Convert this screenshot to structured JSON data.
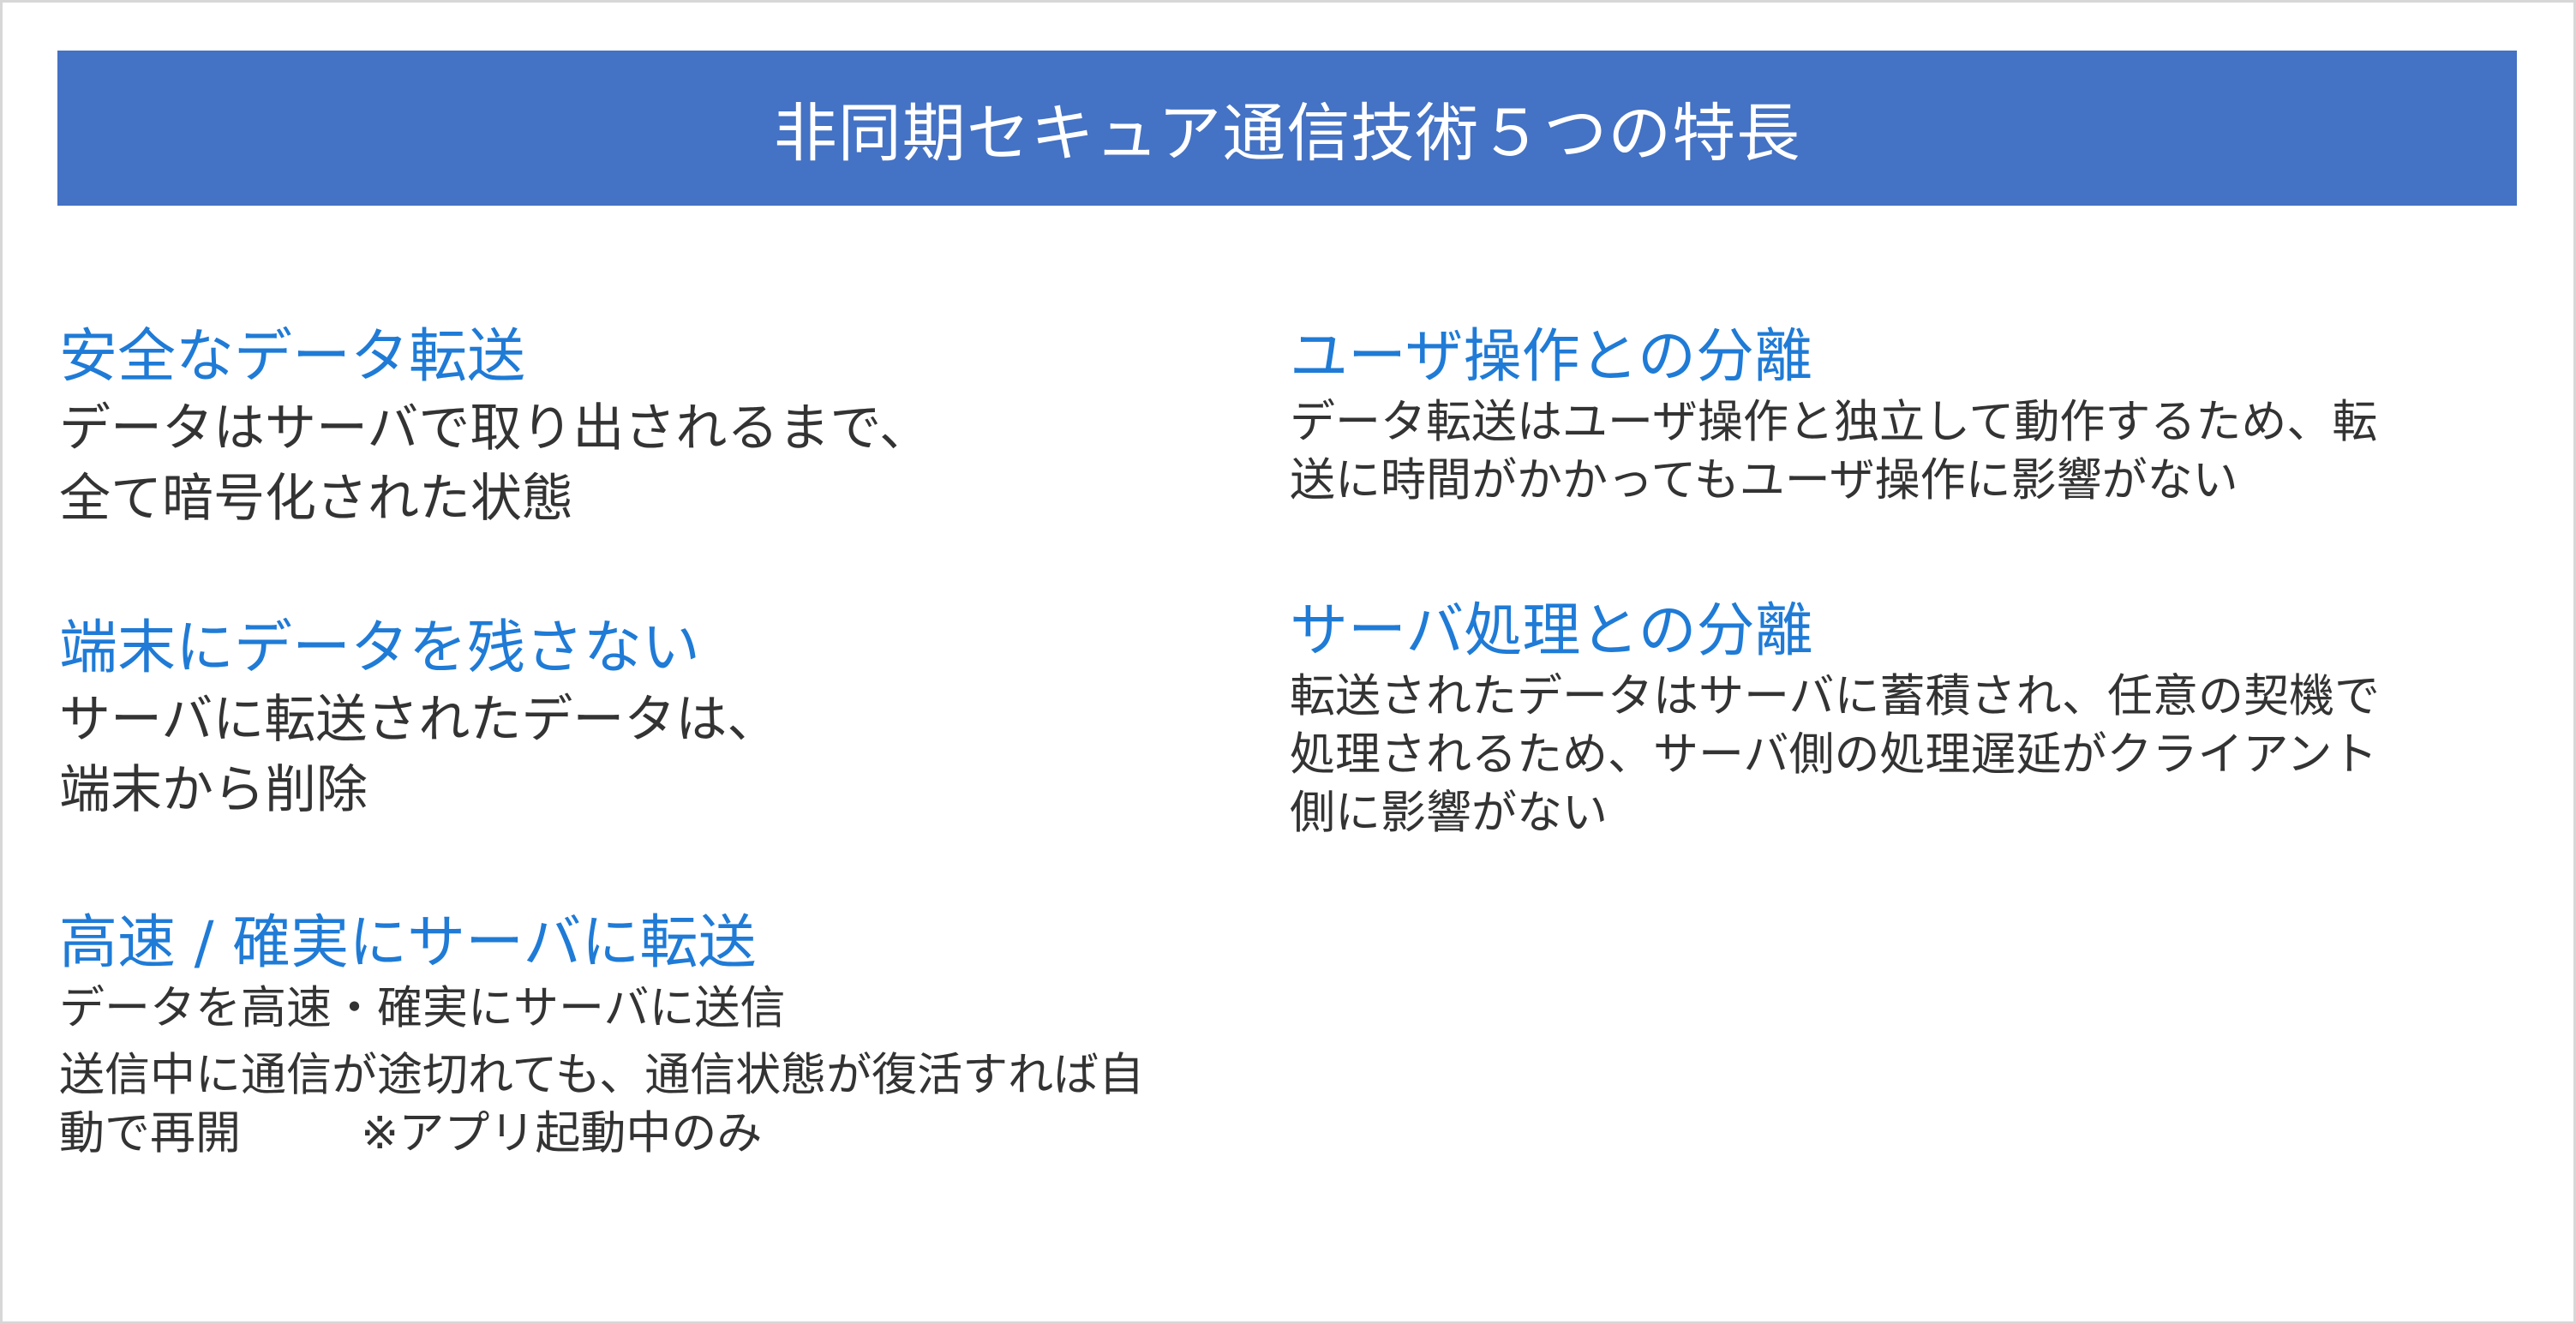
{
  "slide": {
    "title": "非同期セキュア通信技術５つの特長"
  },
  "features": [
    {
      "heading": "安全なデータ転送",
      "description": "データはサーバで取り出されるまで、\n全て暗号化された状態"
    },
    {
      "heading": "端末にデータを残さない",
      "description": "サーバに転送されたデータは、\n端末から削除"
    },
    {
      "heading": "高速 / 確実にサーバに転送",
      "description_line1": "データを高速・確実にサーバに送信",
      "description_line2": "送信中に通信が途切れても、通信状態が復活すれば自\n動で再開",
      "note": "※アプリ起動中のみ"
    },
    {
      "heading": "ユーザ操作との分離",
      "description": "データ転送はユーザ操作と独立して動作するため、転\n送に時間がかかってもユーザ操作に影響がない"
    },
    {
      "heading": "サーバ処理との分離",
      "description": "転送されたデータはサーバに蓄積され、任意の契機で\n処理されるため、サーバ側の処理遅延がクライアント\n側に影響がない"
    }
  ],
  "colors": {
    "title_bar": "#4472c4",
    "title_text": "#ffffff",
    "heading": "#1f7bd6",
    "body_text": "#333333"
  }
}
